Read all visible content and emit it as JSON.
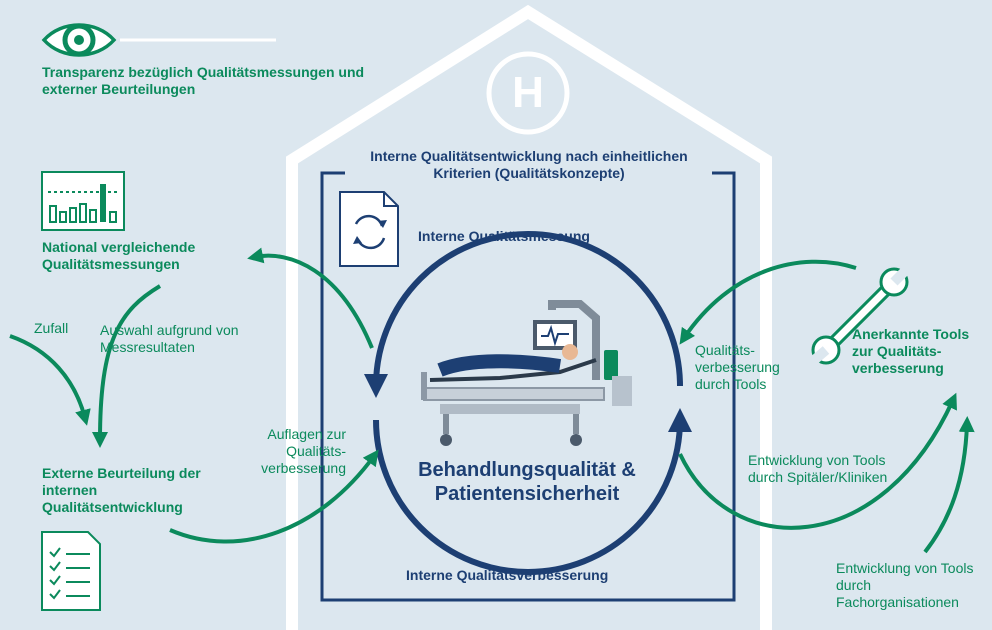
{
  "transparency": {
    "icon": "eye-icon",
    "text": "Transparenz bezüglich Qualitätsmessungen und externer Beurteilungen"
  },
  "national": {
    "icon": "bar-chart-icon",
    "text": "National vergleichende Qualitätsmessungen"
  },
  "zufall": "Zufall",
  "auswahl": "Auswahl aufgrund von Messresultaten",
  "externe": {
    "icon": "checklist-document-icon",
    "text": "Externe Beurteilung der internen Qualitätsentwicklung"
  },
  "auflagen": "Auflagen zur Qualitäts-verbesserung",
  "house": {
    "icon": "hospital-h-icon",
    "letter": "H",
    "title": "Interne Qualitätsentwicklung nach einheitlichen Kriterien (Qualitätskonzepte)",
    "concept_icon": "refresh-document-icon",
    "messung": "Interne Qualitätsmessung",
    "verbesserung": "Interne Qualitätsverbesserung",
    "center": "Behandlungsqualität & Patientensicherheit",
    "bed_icon": "hospital-bed-icon"
  },
  "tools": {
    "icon": "wrench-icon",
    "text": "Anerkannte Tools zur Qualitäts-verbesserung"
  },
  "durch_tools": "Qualitäts-verbesserung durch Tools",
  "spitaeler": "Entwicklung von Tools durch Spitäler/Kliniken",
  "fachorg": "Entwicklung von Tools durch Fachorganisationen",
  "colors": {
    "background": "#dce7ef",
    "green": "#0b8a5c",
    "navy": "#1d3f73",
    "house": "#ffffff"
  }
}
